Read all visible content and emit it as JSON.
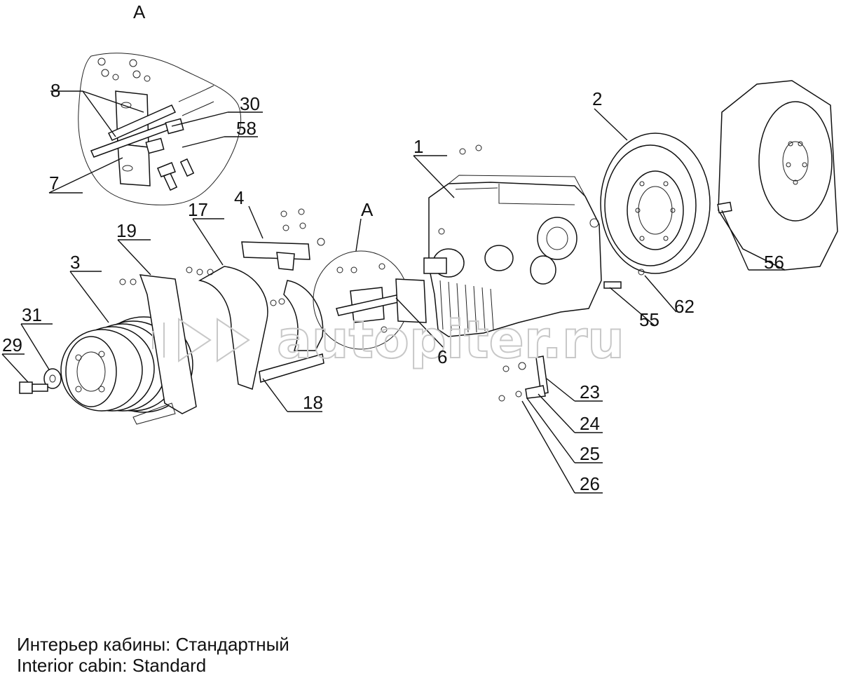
{
  "callouts": {
    "view_a_top": "A",
    "view_a_mid": "A",
    "p1": "1",
    "p2": "2",
    "p3": "3",
    "p4": "4",
    "p6": "6",
    "p7": "7",
    "p8": "8",
    "p17": "17",
    "p18": "18",
    "p19": "19",
    "p23": "23",
    "p24": "24",
    "p25": "25",
    "p26": "26",
    "p29": "29",
    "p30": "30",
    "p31": "31",
    "p55": "55",
    "p56": "56",
    "p58": "58",
    "p62": "62"
  },
  "watermark": "autopiter.ru",
  "caption": {
    "ru": "Интерьер кабины: Стандартный",
    "en": "Interior cabin: Standard"
  },
  "colors": {
    "ink": "#111111",
    "watermark": "#c8c8c8",
    "background": "#ffffff"
  }
}
